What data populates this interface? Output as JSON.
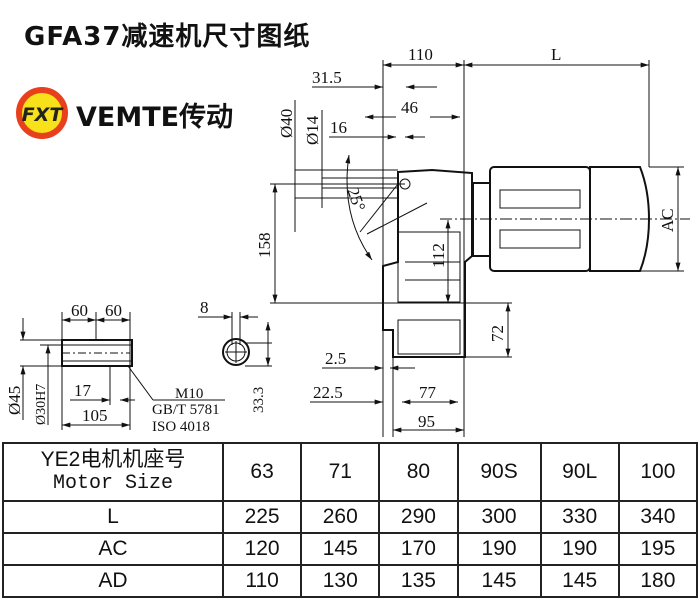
{
  "header": {
    "title": "GFA37减速机尺寸图纸",
    "brand": "VEMTE传动",
    "logo_text": "FXT"
  },
  "colors": {
    "logo_ring": "#e8401c",
    "logo_fill": "#f7e11a",
    "line": "#111111"
  },
  "drawing": {
    "dims": {
      "d110": "110",
      "L": "L",
      "d31_5": "31.5",
      "d46": "46",
      "d16": "16",
      "phi40": "Ø40",
      "phi14": "Ø14",
      "angle": "25°",
      "d158": "158",
      "d112": "112",
      "AC": "AC",
      "d72": "72",
      "d2_5": "2.5",
      "d22_5": "22.5",
      "d77": "77",
      "d95": "95"
    },
    "shaft": {
      "d60a": "60",
      "d60b": "60",
      "phi45": "Ø45",
      "phi30": "Ø30H7",
      "d17": "17",
      "d105": "105",
      "bolt1": "M10",
      "bolt2": "GB/T 5781",
      "bolt3": "ISO 4018",
      "d8": "8",
      "d33_3": "33.3"
    }
  },
  "table": {
    "header_cn": "YE2电机机座号",
    "header_en": "Motor Size",
    "sizes": [
      "63",
      "71",
      "80",
      "90S",
      "90L",
      "100"
    ],
    "rows": [
      {
        "label": "L",
        "values": [
          "225",
          "260",
          "290",
          "300",
          "330",
          "340"
        ]
      },
      {
        "label": "AC",
        "values": [
          "120",
          "145",
          "170",
          "190",
          "190",
          "195"
        ]
      },
      {
        "label": "AD",
        "values": [
          "110",
          "130",
          "135",
          "145",
          "145",
          "180"
        ]
      }
    ]
  }
}
